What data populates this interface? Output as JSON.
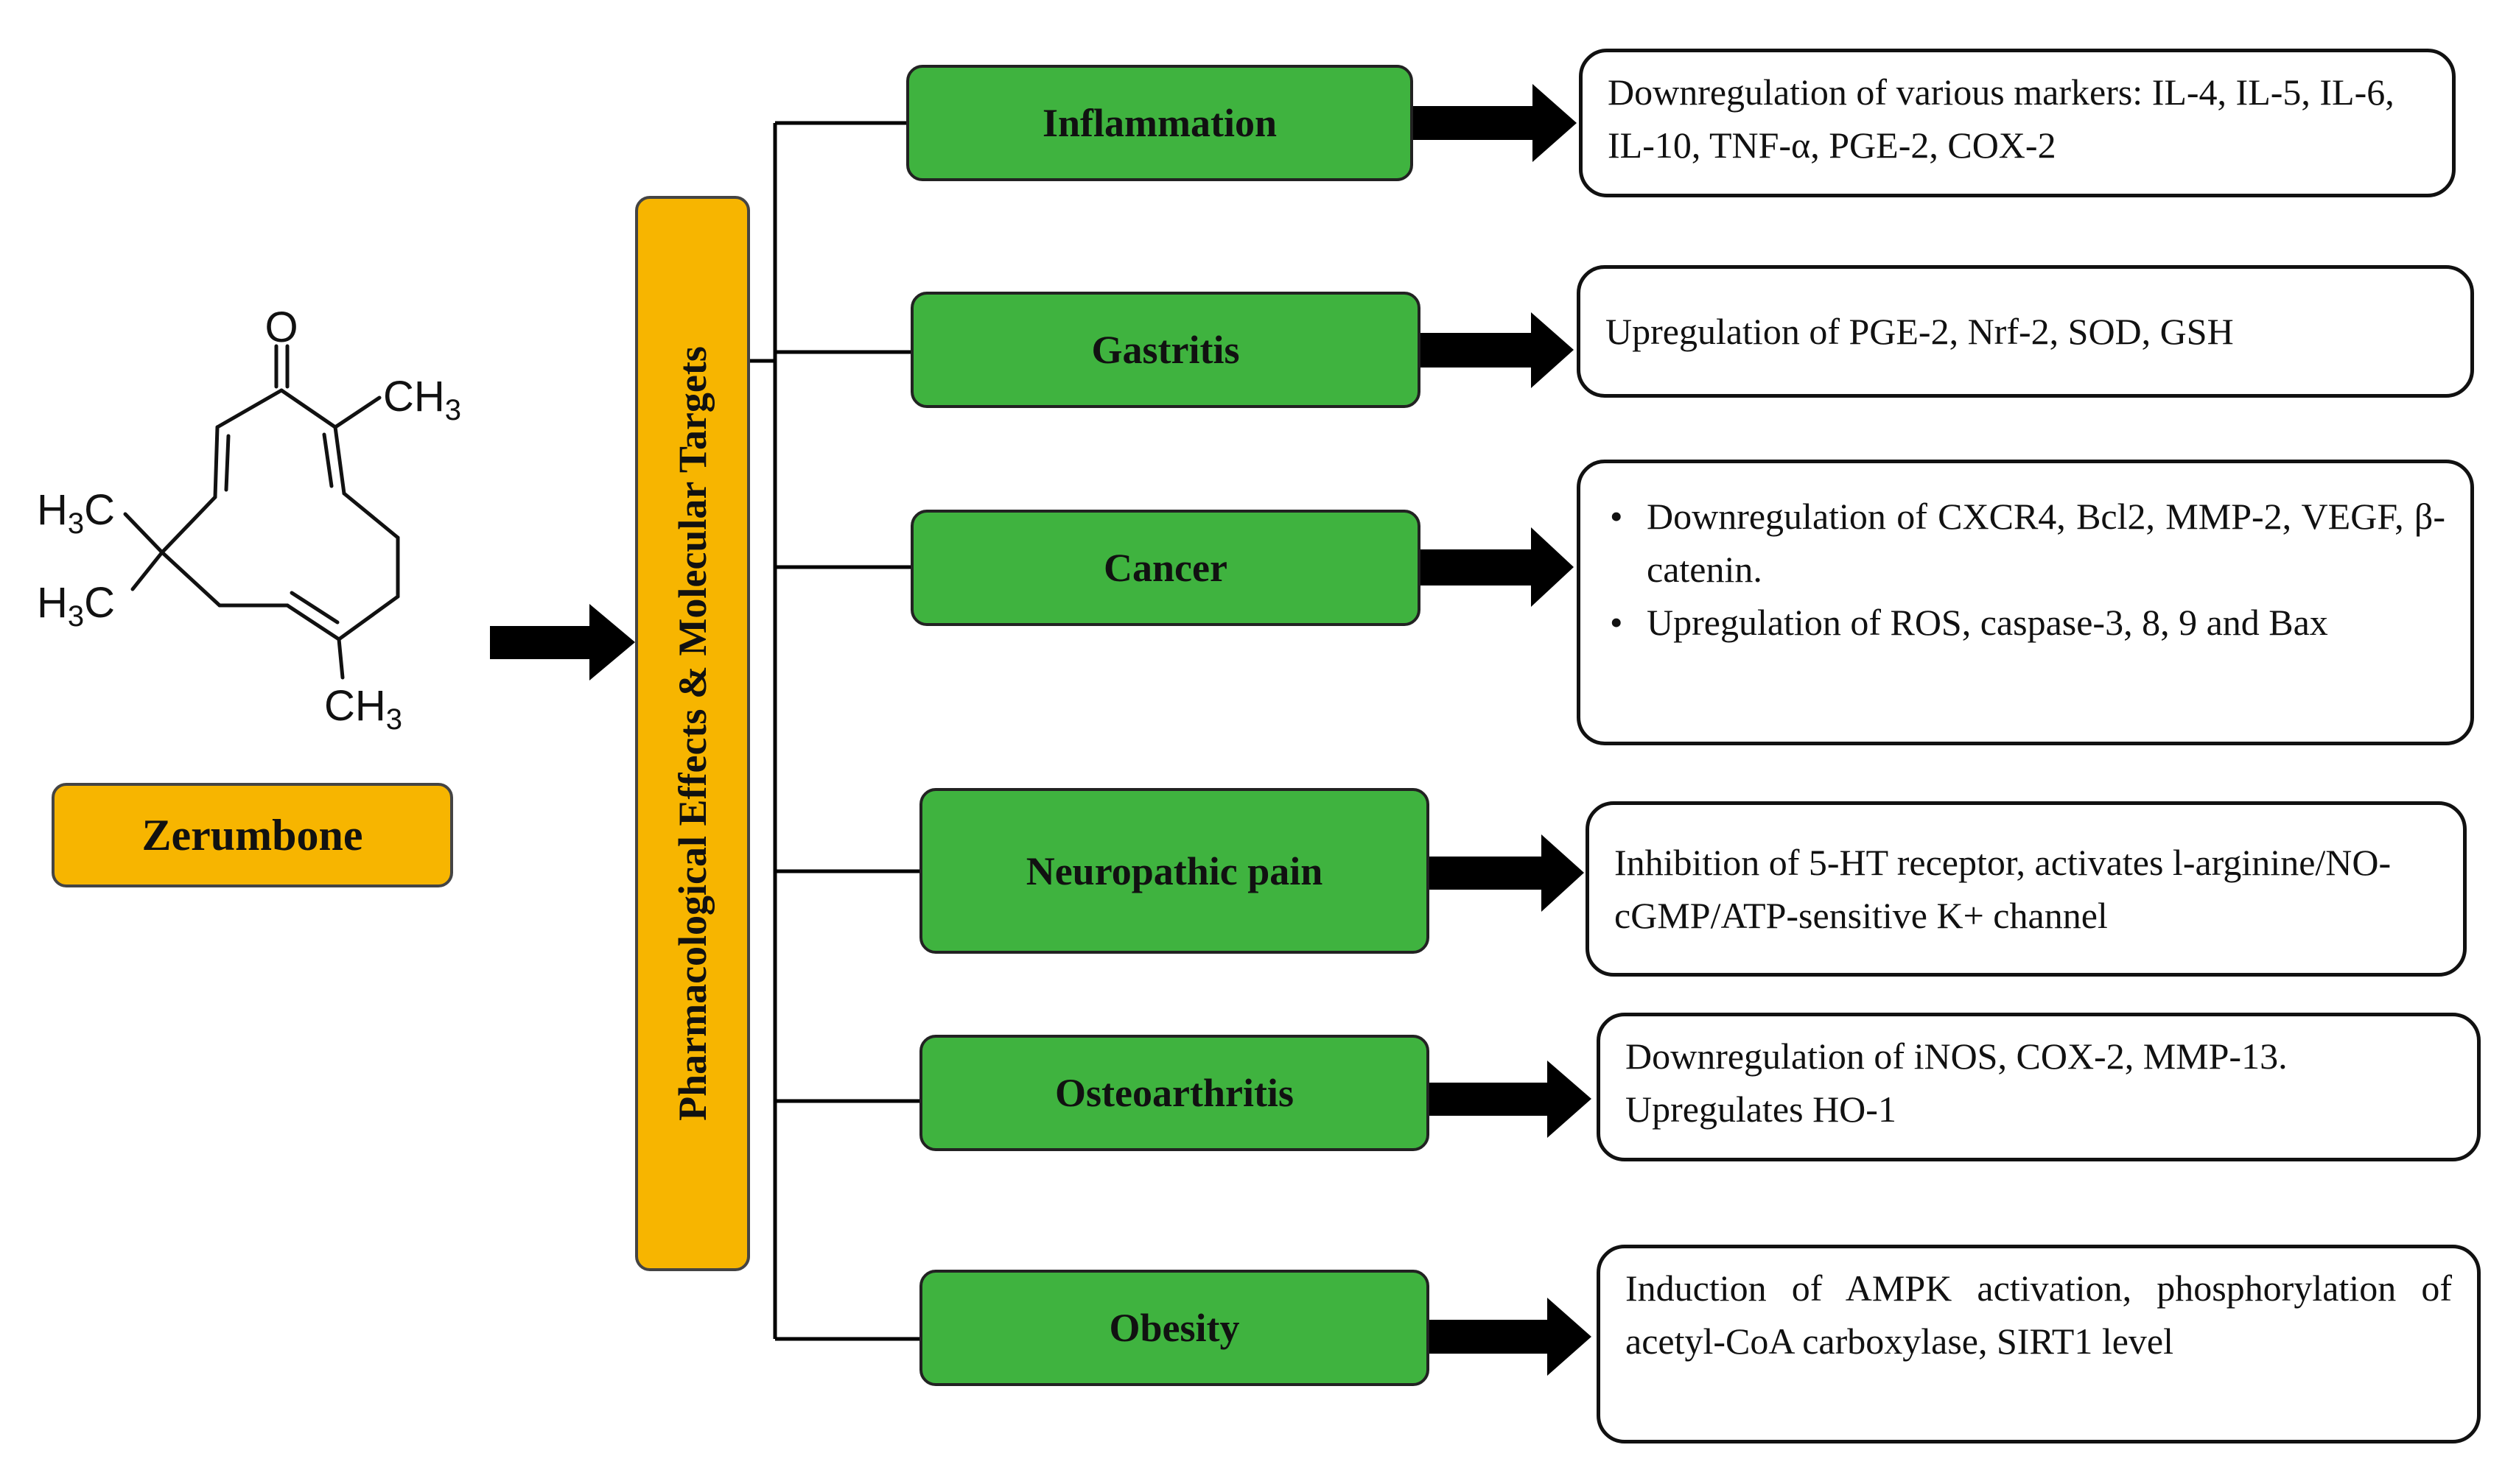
{
  "molecule": {
    "name": "Zerumbone",
    "atoms": {
      "oxygen": "O",
      "methyl_right": "CH3",
      "methyl_bottom": "CH3",
      "methyl_left_top": "H3C",
      "methyl_left_bottom": "H3C"
    }
  },
  "central_label": "Pharmacological  Effects & Molecular Targets",
  "effects": [
    {
      "name": "Inflammation",
      "description": "Downregulation of various markers: IL-4, IL-5, IL-6, IL-10, TNF-α, PGE-2, COX-2"
    },
    {
      "name": "Gastritis",
      "description": "Upregulation of PGE-2, Nrf-2, SOD, GSH"
    },
    {
      "name": "Cancer",
      "bullets": [
        "Downregulation of CXCR4, Bcl2, MMP-2, VEGF, β-catenin.",
        "Upregulation of ROS, caspase-3, 8, 9 and Bax"
      ]
    },
    {
      "name": "Neuropathic pain",
      "description": "Inhibition of 5-HT receptor, activates l-arginine/NO-cGMP/ATP-sensitive  K+ channel"
    },
    {
      "name": "Osteoarthritis",
      "description": "Downregulation of iNOS, COX-2, MMP-13. Upregulates HO-1"
    },
    {
      "name": "Obesity",
      "description": "Induction of AMPK activation, phosphorylation of acetyl-CoA carboxylase, SIRT1 level"
    }
  ]
}
